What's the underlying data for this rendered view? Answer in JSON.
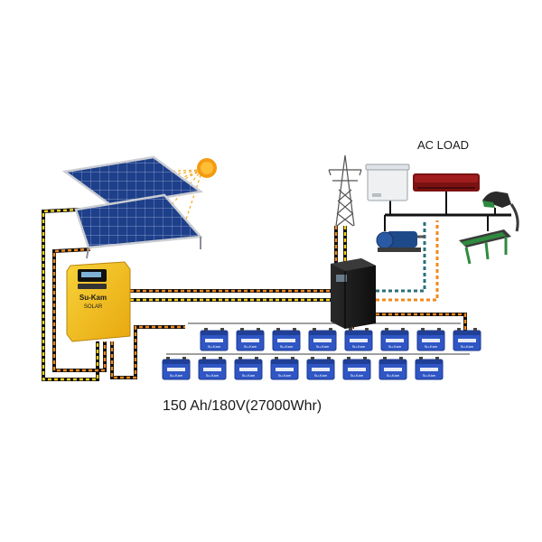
{
  "ac_load_label": "AC LOAD",
  "battery_bank_label": "150 Ah/180V(27000Whr)",
  "controller": {
    "brand": "Su-Kam",
    "sub_brand": "SOLAR"
  },
  "battery": {
    "brand": "Su-Kam",
    "count": 16
  },
  "colors": {
    "panel_blue": "#1e3f8a",
    "panel_frame": "#c9ccd2",
    "controller_yellow": "#f2c21b",
    "inverter_black": "#1b1b1b",
    "battery_blue": "#2f56c4",
    "sun_orange": "#f59a12",
    "wire_orange": "#f08a1e",
    "wire_yellow": "#f3d21a",
    "wire_black": "#111111",
    "wire_teal": "#2a6f7c",
    "ac_red": "#7a1212",
    "pump_blue": "#1f4a8a",
    "conveyor_green": "#2f8a3f"
  },
  "icons": [
    "solar-panel-icon",
    "sun-icon",
    "transmission-tower-icon",
    "freezer-icon",
    "air-conditioner-icon",
    "fuel-nozzle-icon",
    "water-pump-icon",
    "conveyor-icon",
    "charge-controller-icon",
    "inverter-icon",
    "battery-icon"
  ]
}
